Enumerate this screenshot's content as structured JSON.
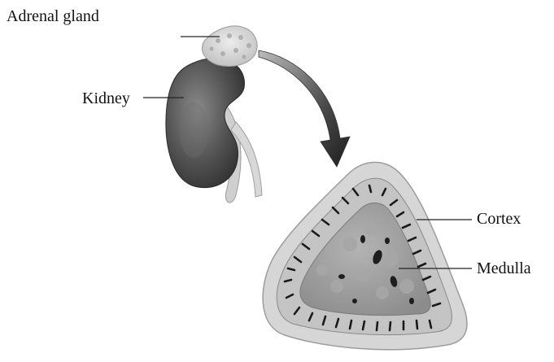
{
  "labels": {
    "adrenal_gland": "Adrenal gland",
    "kidney": "Kidney",
    "cortex": "Cortex",
    "medulla": "Medulla"
  },
  "colors": {
    "kidney": "#4a4a4a",
    "adrenal_outer": "#d2d2d2",
    "cortex_band": "#bdbdbd",
    "medulla": "#9a9a9a",
    "arrow": "#2a2a2a"
  }
}
